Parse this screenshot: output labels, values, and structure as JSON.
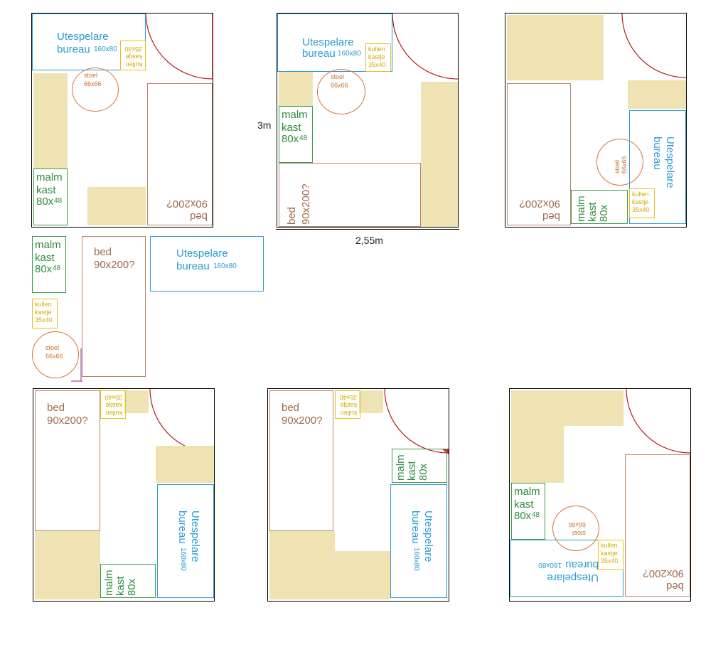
{
  "labels": {
    "bed": "bed",
    "bed_size": "90x200?",
    "malm": "malm",
    "kast": "kast",
    "malm_size_main": "80x",
    "malm_size_sub": "48",
    "desk_name": "Utespelare",
    "desk_word": "bureau",
    "desk_size": "160x80",
    "kullen": "kullen",
    "kastje": "kastje",
    "kullen_size": "35x40",
    "chair": "stoel",
    "chair_size": "66x66"
  },
  "dimensions": {
    "height": "3m",
    "width": "2,55m"
  },
  "colors": {
    "wall": "#000000",
    "door_arc": "#b01e1e",
    "free_space": "#efe3b4",
    "bed": "#b8866a",
    "malm": "#3a9b4b",
    "desk": "#2b9bd1",
    "kullen": "#e6c21a",
    "chair": "#d4753a"
  }
}
